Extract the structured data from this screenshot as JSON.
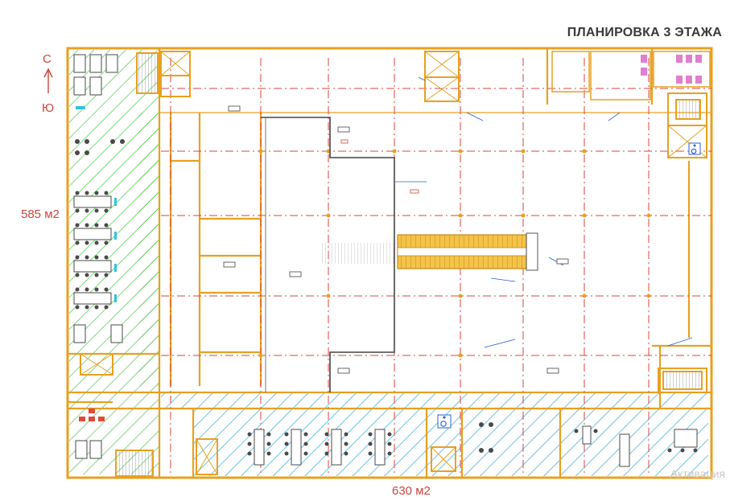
{
  "title": "ПЛАНИРОВКА 3 ЭТАЖА",
  "compass": {
    "north": "С",
    "south": "Ю"
  },
  "areas": {
    "left_block": "585 м2",
    "bottom_block": "630 м2"
  },
  "watermark": "Активация",
  "colors": {
    "wall": "#e8a020",
    "grid": "#d8453a",
    "hatch": "#5fcf5f",
    "hatch_blue": "#49b6d8",
    "furniture": "#4a4a4a",
    "accent_blue": "#2b5fd6",
    "escalator": "#f0b42a"
  },
  "icons": [
    "compass-arrow-icon",
    "wheelchair-icon",
    "escalator-icon",
    "stairs-icon",
    "elevator-icon"
  ]
}
